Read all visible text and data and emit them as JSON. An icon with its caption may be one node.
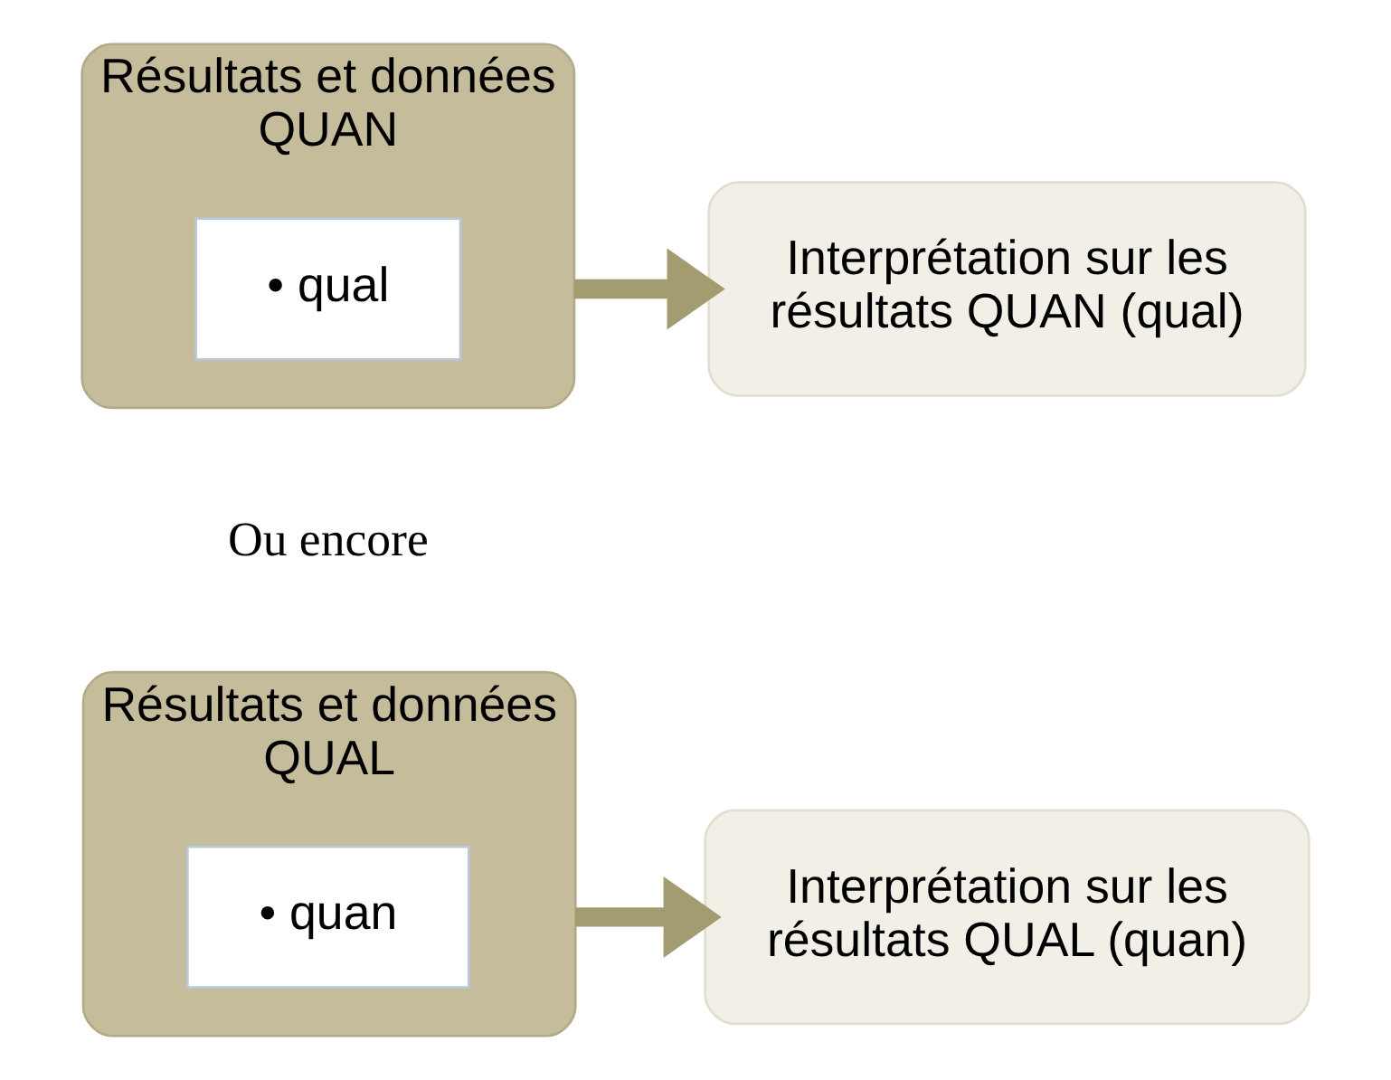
{
  "diagram": {
    "nodes": [
      {
        "text": [
          "Résultats et données QUAN"
        ]
      },
      {
        "text": [
          "• qual"
        ],
        "in": 0
      },
      {
        "text": [
          "Interprétation sur les résultats QUAN (qual)"
        ]
      },
      {
        "text": [
          "Résultats et données QUAL"
        ]
      },
      {
        "text": [
          "• quan"
        ],
        "in": 3
      },
      {
        "text": [
          "Interprétation sur les résultats QUAL (quan)"
        ]
      }
    ],
    "edges": [
      {
        "from": 0,
        "to": 2,
        "arrow": "to"
      },
      {
        "from": 3,
        "to": 5,
        "arrow": "to"
      }
    ],
    "labels": [
      "Ou encore"
    ]
  }
}
